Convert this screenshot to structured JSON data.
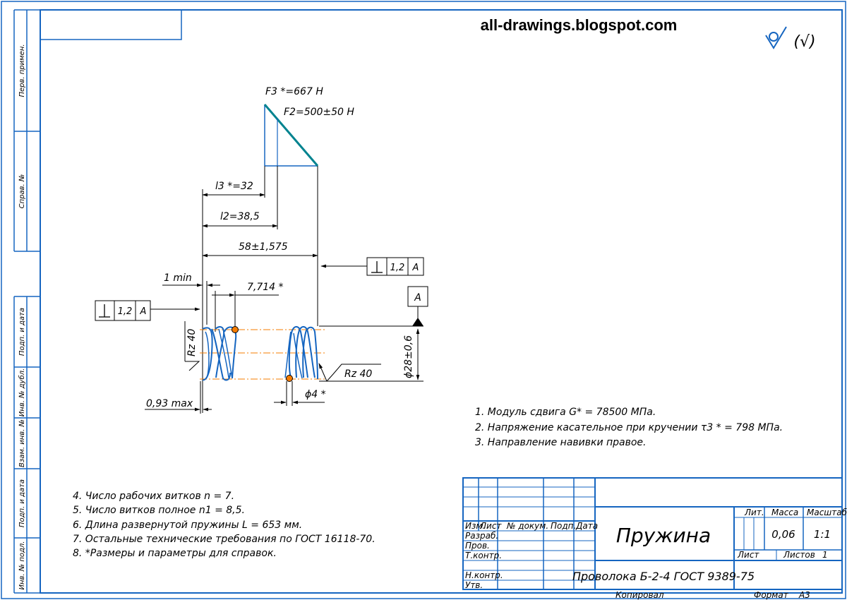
{
  "watermark": "all-drawings.blogspot.com",
  "roughness_symbol": "(√)",
  "side_stamps": [
    "Перв. примен.",
    "Справ. №",
    "Подп. и дата",
    "Инв. № дубл.",
    "Взам. инв. №",
    "Подп. и дата",
    "Инв. № подл."
  ],
  "diagram": {
    "f3": "F3 *=667 Н",
    "f2": "F2=500±50 Н",
    "l3": "l3 *=32",
    "l2": "l2=38,5",
    "l0": "58±1,575",
    "gap_min": "1 min",
    "pitch": "7,714 *",
    "end_grind": "0,93 max",
    "wire_dia": "ϕ4 *",
    "outer_dia": "ϕ28±0,6",
    "rz_left": "Rz 40",
    "rz_right": "Rz 40",
    "datum": "A",
    "tolerance": "1,2",
    "tolerance_datum": "A"
  },
  "notes_right": [
    "1. Модуль сдвига G* = 78500 МПа.",
    "2. Напряжение касательное при кручении τ3 * = 798 МПа.",
    "3. Направление навивки правое."
  ],
  "notes_left": [
    "4. Число рабочих витков n = 7.",
    "5. Число витков полное n1 = 8,5.",
    "6. Длина развернутой пружины L = 653 мм.",
    "7. Остальные технические требования по ГОСТ 16118-70.",
    "8. *Размеры и параметры для справок."
  ],
  "title_block": {
    "headers": [
      "Изм.",
      "Лист",
      "№ докум.",
      "Подп.",
      "Дата"
    ],
    "roles": [
      "Разраб.",
      "Пров.",
      "Т.контр.",
      "Н.контр.",
      "Утв."
    ],
    "name": "Пружина",
    "material": "Проволока Б-2-4 ГОСТ 9389-75",
    "lit_label": "Лит.",
    "mass_label": "Масса",
    "scale_label": "Масштаб",
    "mass": "0,06",
    "scale": "1:1",
    "sheet_label": "Лист",
    "sheets_label": "Листов",
    "sheets": "1",
    "copied": "Копировал",
    "format_label": "Формат",
    "format": "A3"
  }
}
